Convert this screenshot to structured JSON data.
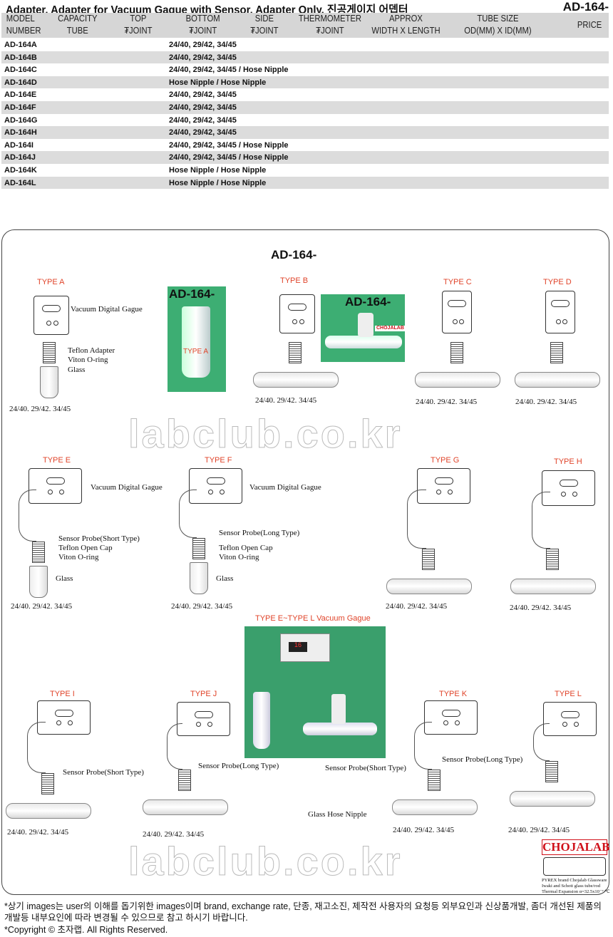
{
  "title": "Adapter, Adapter for Vacuum Gague with Sensor, Adapter Only, 진공게이지 어뎁터",
  "code": "AD-164-",
  "headers": {
    "model": [
      "MODEL",
      "NUMBER"
    ],
    "capacity": [
      "CAPACITY",
      "TUBE"
    ],
    "top": [
      "TOP",
      "₮JOINT"
    ],
    "bottom": [
      "BOTTOM",
      "₮JOINT"
    ],
    "side": [
      "SIDE",
      "₮JOINT"
    ],
    "thermo": [
      "THERMOMETER",
      "₮JOINT"
    ],
    "approx": [
      "APPROX",
      "WIDTH X LENGTH"
    ],
    "tube": [
      "TUBE SIZE",
      "OD(MM) X ID(MM)"
    ],
    "price": "PRICE"
  },
  "rows": [
    {
      "model": "AD-164A",
      "joint": "24/40, 29/42, 34/45"
    },
    {
      "model": "AD-164B",
      "joint": "24/40, 29/42, 34/45"
    },
    {
      "model": "AD-164C",
      "joint": "24/40, 29/42, 34/45 / Hose Nipple"
    },
    {
      "model": "AD-164D",
      "joint": "Hose Nipple / Hose Nipple"
    },
    {
      "model": "AD-164E",
      "joint": "24/40, 29/42, 34/45"
    },
    {
      "model": "AD-164F",
      "joint": "24/40, 29/42, 34/45"
    },
    {
      "model": "AD-164G",
      "joint": "24/40, 29/42, 34/45"
    },
    {
      "model": "AD-164H",
      "joint": "24/40, 29/42, 34/45"
    },
    {
      "model": "AD-164I",
      "joint": "24/40, 29/42, 34/45 / Hose Nipple"
    },
    {
      "model": "AD-164J",
      "joint": "24/40, 29/42, 34/45 / Hose Nipple"
    },
    {
      "model": "AD-164K",
      "joint": "Hose Nipple / Hose Nipple"
    },
    {
      "model": "AD-164L",
      "joint": "Hose Nipple / Hose Nipple"
    }
  ],
  "diagram": {
    "title": "AD-164-",
    "types": [
      {
        "label": "TYPE A",
        "joint": "24/40. 29/42. 34/45",
        "callouts": [
          "Vacuum Digital  Gague",
          "Teflon Adapter",
          "Viton O-ring",
          "Glass"
        ]
      },
      {
        "label": "TYPE B",
        "joint": "24/40. 29/42. 34/45",
        "callouts": []
      },
      {
        "label": "TYPE C",
        "joint": "24/40. 29/42. 34/45",
        "callouts": []
      },
      {
        "label": "TYPE D",
        "joint": "24/40. 29/42. 34/45",
        "callouts": []
      },
      {
        "label": "TYPE E",
        "joint": "24/40. 29/42. 34/45",
        "callouts": [
          "Vacuum Digital  Gague",
          "Sensor Probe(Short Type)",
          "Teflon Open Cap",
          "Viton O-ring",
          "Glass"
        ]
      },
      {
        "label": "TYPE F",
        "joint": "24/40. 29/42. 34/45",
        "callouts": [
          "Vacuum Digital  Gague",
          "Sensor Probe(Long Type)",
          "Teflon Open Cap",
          "Viton O-ring",
          "Glass"
        ]
      },
      {
        "label": "TYPE G",
        "joint": "24/40. 29/42. 34/45",
        "callouts": []
      },
      {
        "label": "TYPE H",
        "joint": "24/40. 29/42. 34/45",
        "callouts": []
      },
      {
        "label": "TYPE I",
        "joint": "24/40. 29/42. 34/45",
        "callouts": [
          "Sensor Probe(Short Type)"
        ]
      },
      {
        "label": "TYPE J",
        "joint": "24/40. 29/42. 34/45",
        "callouts": [
          "Sensor Probe(Long Type)"
        ]
      },
      {
        "label": "TYPE K",
        "joint": "24/40. 29/42. 34/45",
        "callouts": [
          "Sensor Probe(Short Type)",
          "Glass Hose Nipple"
        ]
      },
      {
        "label": "TYPE L",
        "joint": "24/40. 29/42. 34/45",
        "callouts": [
          "Sensor Probe(Long Type)"
        ]
      }
    ],
    "photo_a_code": "AD-164-",
    "photo_a_type": "TYPE A",
    "photo_b_code": "AD-164-",
    "photo_brand": "CHOJALAB",
    "photo_c_title": "TYPE E~TYPE L Vacuum Gague",
    "photo_c_display": "16",
    "watermark": "labclub.co.kr"
  },
  "logo": {
    "name": "CHOJALAB",
    "lines": [
      "PYREX brand Chojalab Glassware",
      "Iwaki and Schott glass tube/rod",
      "Thermal Expansion α=32.5x10⁻⁷/℃"
    ]
  },
  "notes": {
    "disclaimer": "*상기 images는 user의 이해를 돕기위한 images이며 brand, exchange rate, 단종, 재고소진, 제작전 사용자의 요청등 외부요인과 신상품개발, 좀더 개선된 제품의 개발등 내부요인에 따라 변경될 수 있으므로 참고 하시기 바랍니다.",
    "copyright": "*Copyright © 초자랩.      All Rights Reserved."
  }
}
